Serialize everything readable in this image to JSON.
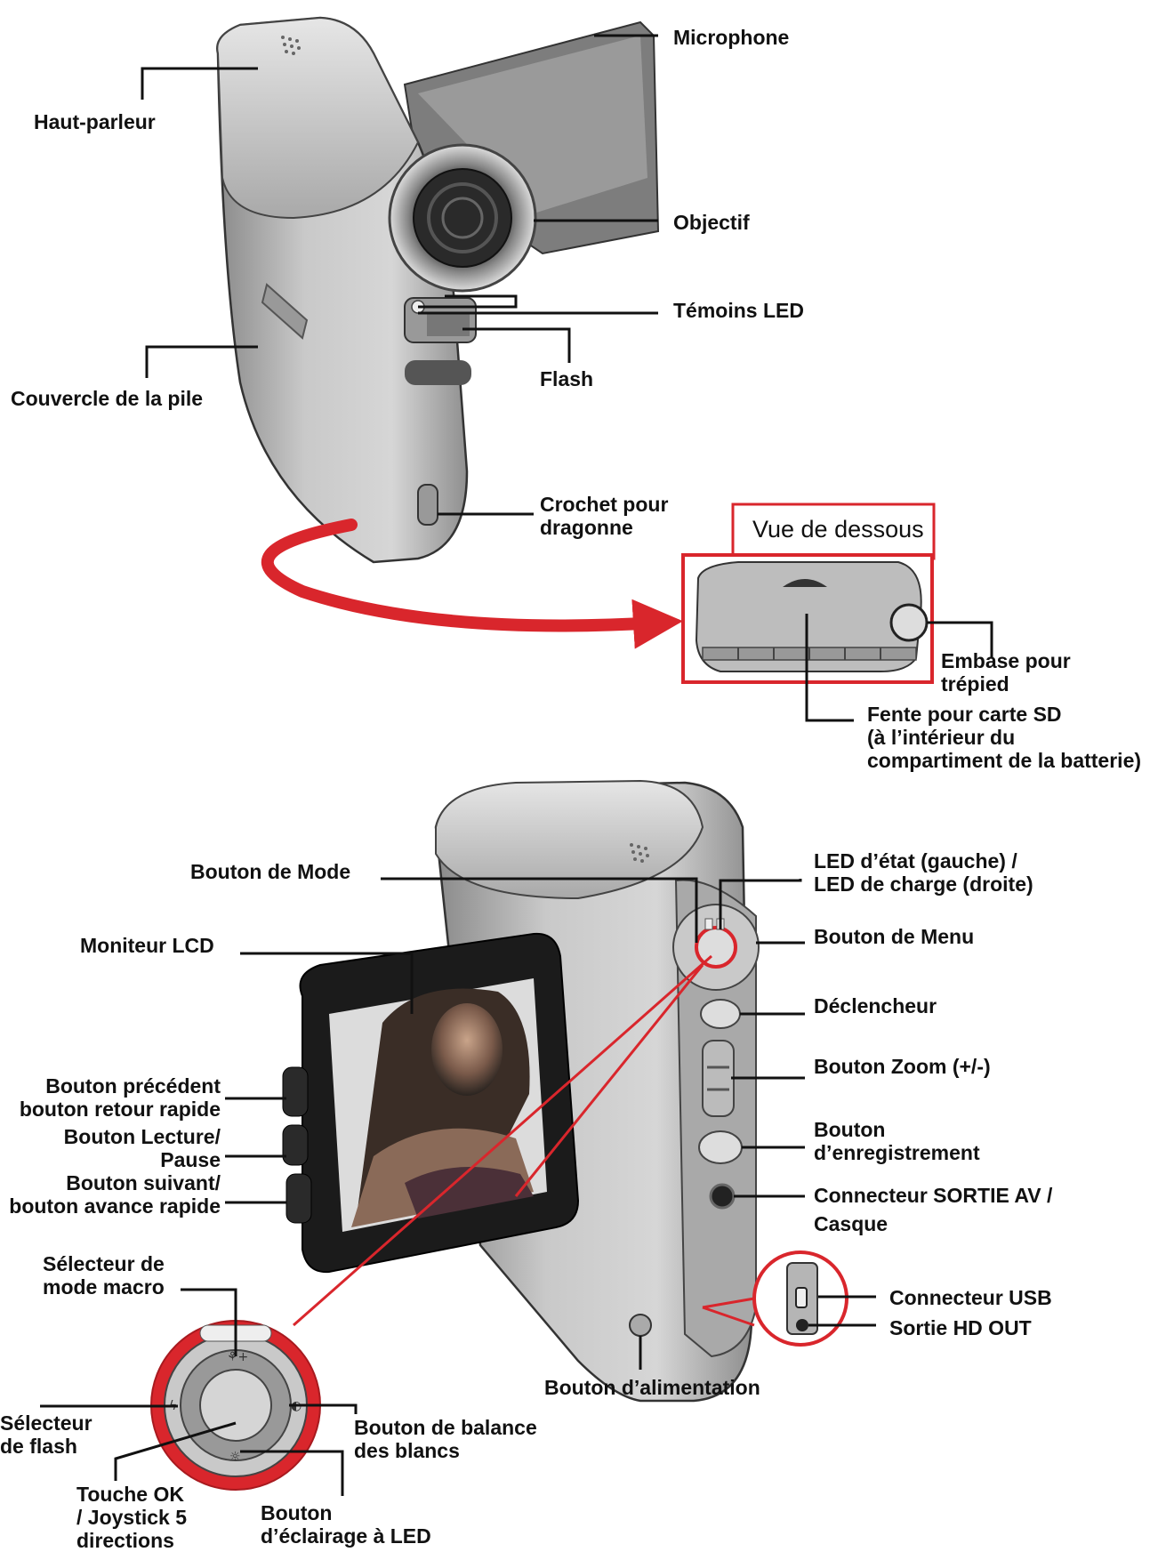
{
  "top_view": {
    "labels": {
      "microphone": "Microphone",
      "speaker": "Haut-parleur",
      "lens": "Objectif",
      "led_indicators": "Témoins LED",
      "flash": "Flash",
      "battery_cover": "Couvercle de la pile",
      "strap_hook": [
        "Crochet pour",
        "dragonne"
      ]
    },
    "bottom_view": {
      "title": "Vue de dessous",
      "tripod": [
        "Embase pour",
        "trépied"
      ],
      "sd_slot": [
        "Fente pour carte SD",
        "(à l’intérieur du",
        "compartiment de la batterie)"
      ]
    }
  },
  "rear_view": {
    "labels": {
      "mode_button": "Bouton de Mode",
      "status_led": [
        "LED d’état (gauche) /",
        "LED de charge (droite)"
      ],
      "lcd_monitor": "Moniteur LCD",
      "menu_button": "Bouton de Menu",
      "shutter": "Déclencheur",
      "previous_button": [
        "Bouton précédent",
        "bouton retour rapide"
      ],
      "zoom_button": "Bouton Zoom (+/-)",
      "play_pause": [
        "Bouton Lecture/",
        "Pause"
      ],
      "record_button": [
        "Bouton",
        "d’enregistrement"
      ],
      "next_button": [
        "Bouton suivant/",
        "bouton avance rapide"
      ],
      "av_out": [
        "Connecteur SORTIE AV /",
        "Casque"
      ],
      "macro_selector": [
        "Sélecteur de",
        "mode macro"
      ],
      "usb": "Connecteur USB",
      "hd_out": "Sortie HD OUT",
      "power_button": "Bouton d’alimentation",
      "flash_selector": [
        "Sélecteur",
        "de flash"
      ],
      "white_balance": [
        "Bouton de balance",
        "des blancs"
      ],
      "ok_joystick": [
        "Touche OK",
        "/ Joystick 5",
        "directions"
      ],
      "led_light": [
        "Bouton",
        "d’éclairage à LED"
      ]
    }
  },
  "colors": {
    "accent_red": "#d9262c",
    "line": "#111111",
    "body_gray": "#b8b8b8",
    "screen_black": "#1b1b1b"
  }
}
